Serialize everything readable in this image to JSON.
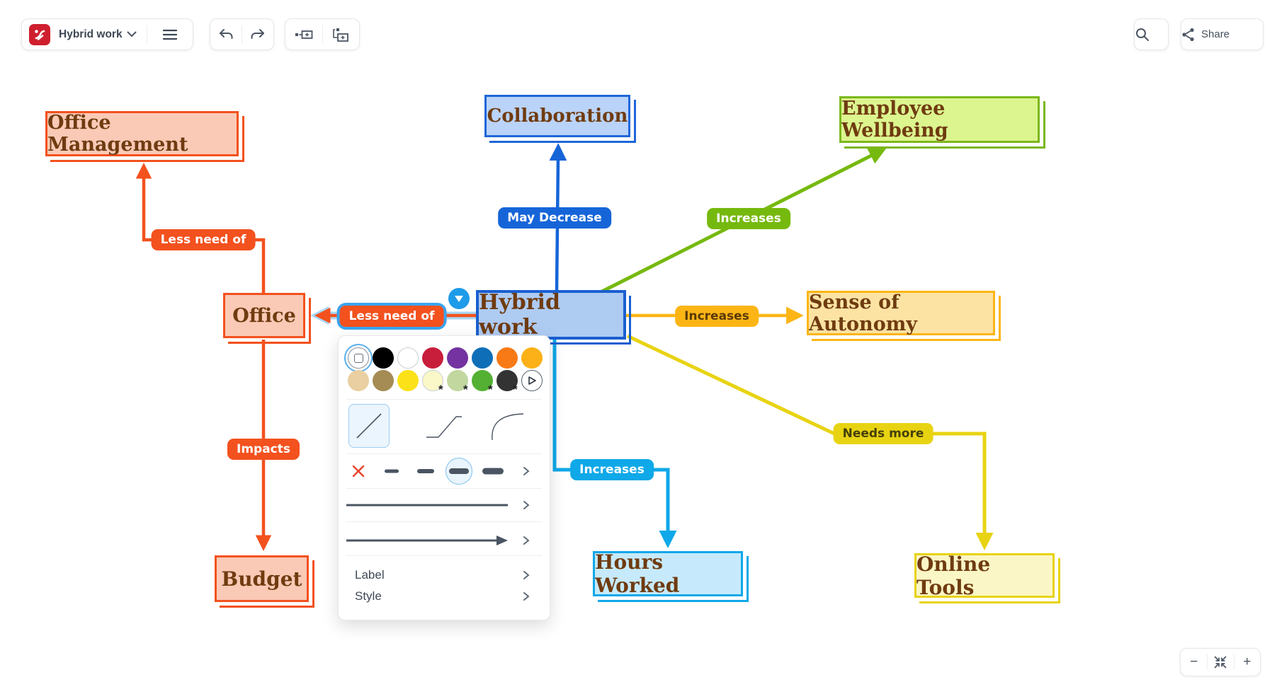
{
  "toolbar": {
    "map_title": "Hybrid work",
    "share_label": "Share"
  },
  "zoom_controls": {
    "zoom_out": "−",
    "zoom_in": "+"
  },
  "mindmap": {
    "nodes": [
      {
        "label": "Office Management",
        "fill": "#FACAB6",
        "border": "#F3511E"
      },
      {
        "label": "Collaboration",
        "fill": "#BAD3F8",
        "border": "#1F66D9"
      },
      {
        "label": "Employee Wellbeing",
        "fill": "#DCF58F",
        "border": "#7CB71E"
      },
      {
        "label": "Office",
        "fill": "#FACAB6",
        "border": "#F3511E"
      },
      {
        "label": "Hybrid work",
        "fill": "#AECBF2",
        "border": "#1A5FD0"
      },
      {
        "label": "Sense of Autonomy",
        "fill": "#FCE3A3",
        "border": "#FCB515"
      },
      {
        "label": "Budget",
        "fill": "#FACAB6",
        "border": "#F3511E"
      },
      {
        "label": "Hours Worked",
        "fill": "#C6EAFB",
        "border": "#0FA8E8"
      },
      {
        "label": "Online Tools",
        "fill": "#FBF6C6",
        "border": "#E8D313"
      }
    ],
    "edges": [
      {
        "label": "Less need of",
        "color": "#F3511E",
        "text_color": "#FFFFFF"
      },
      {
        "label": "May Decrease",
        "color": "#1665D8",
        "text_color": "#FFFFFF"
      },
      {
        "label": "Increases",
        "color": "#76B90E",
        "text_color": "#FFFFFF"
      },
      {
        "label": "Less need of",
        "color": "#F3511E",
        "text_color": "#FFFFFF",
        "selected": true
      },
      {
        "label": "Increases",
        "color": "#FCB515",
        "text_color": "#5B3A08"
      },
      {
        "label": "Impacts",
        "color": "#F3511E",
        "text_color": "#FFFFFF"
      },
      {
        "label": "Increases",
        "color": "#0FA8E8",
        "text_color": "#FFFFFF"
      },
      {
        "label": "Needs more",
        "color": "#E8D313",
        "text_color": "#45400A"
      }
    ]
  },
  "popup": {
    "swatches": [
      "none",
      "#000000",
      "#FFFFFF",
      "#C81E3C",
      "#7433A0",
      "#0E6FB8",
      "#F87A17",
      "#FBB117",
      "#E9CFA1",
      "#A58C54",
      "#FBE117",
      "#FAF7C9",
      "#C2D7A0",
      "#53B033",
      "#333333",
      "more-colors"
    ],
    "starred_swatches": [
      "#FAF7C9",
      "#C2D7A0",
      "#53B033",
      "#333333"
    ],
    "star": "*",
    "selected_swatch_index": 0,
    "line_shapes": [
      "straight",
      "elbow",
      "curved"
    ],
    "selected_shape": "straight",
    "selected_thickness_index": 2,
    "menu_items": [
      {
        "label": "Label"
      },
      {
        "label": "Style"
      }
    ]
  }
}
